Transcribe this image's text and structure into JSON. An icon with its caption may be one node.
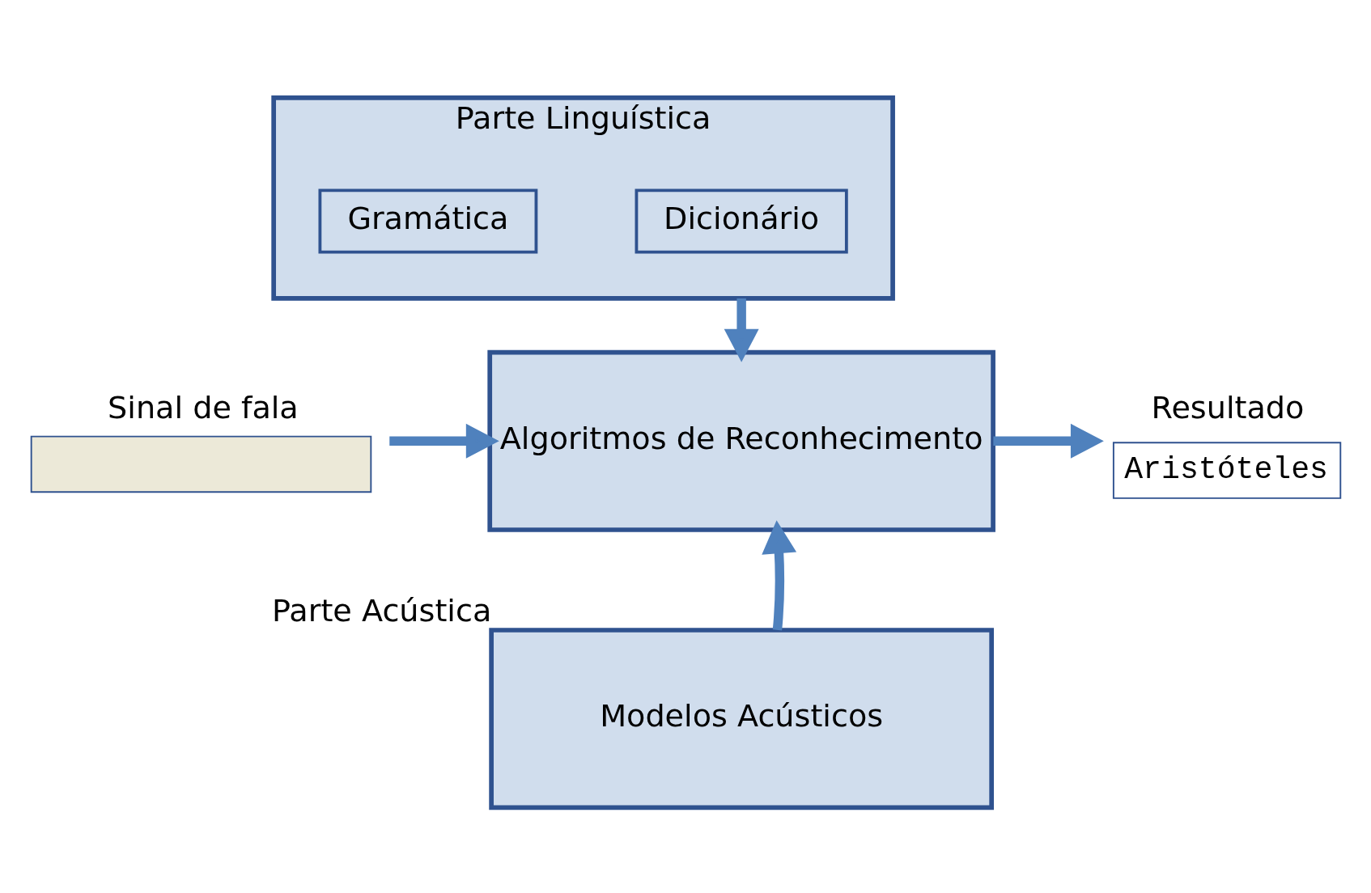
{
  "diagram": {
    "nodes": [
      {
        "text": [
          "Parte Linguística"
        ]
      },
      {
        "text": [
          "Dicionário"
        ],
        "in": 0
      },
      {
        "text": [
          "Gramática"
        ],
        "in": 0
      },
      {
        "text": [
          "Algoritmos de Reconhecimento"
        ]
      },
      {
        "text": [
          "Modelos Acústicos"
        ],
        "beside": [
          "Parte Acústica"
        ]
      },
      {
        "text": [
          "Sinal de fala"
        ]
      },
      {
        "text": [
          "Resultado",
          "Aristóteles"
        ]
      }
    ],
    "edges": [
      {
        "from": 0,
        "to": 3,
        "arrow": "to"
      },
      {
        "from": 4,
        "to": 3,
        "arrow": "to"
      },
      {
        "from": 5,
        "to": 3,
        "arrow": "to"
      },
      {
        "from": 3,
        "to": 6,
        "arrow": "to"
      }
    ]
  }
}
